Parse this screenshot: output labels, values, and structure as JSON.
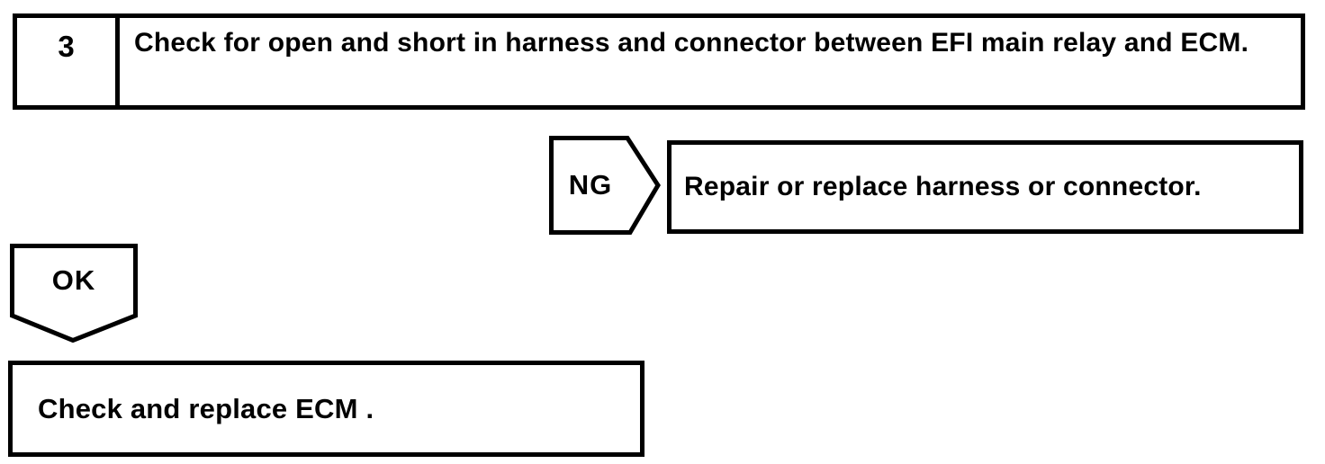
{
  "flowchart": {
    "step": {
      "number": "3",
      "instruction": "Check for open and short in harness and connector between EFI main relay and ECM."
    },
    "ng_branch": {
      "label": "NG",
      "action": "Repair or replace harness or connector."
    },
    "ok_branch": {
      "label": "OK",
      "action": "Check and replace ECM ."
    }
  },
  "colors": {
    "line": "#000000",
    "text": "#000000",
    "background": "#ffffff"
  }
}
